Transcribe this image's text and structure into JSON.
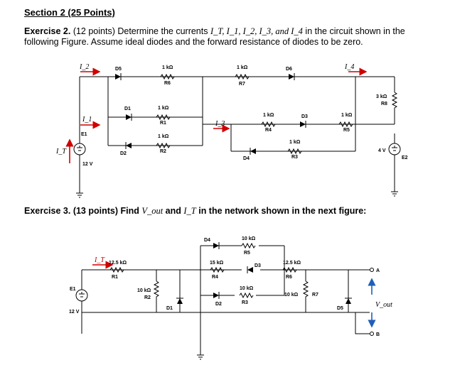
{
  "section": {
    "title": "Section 2 (25 Points)"
  },
  "exercise2": {
    "lead": "Exercise 2.",
    "text_a": " (12 points) Determine the currents ",
    "currents": "I_T, I_1, I_2, I_3, and I_4",
    "text_b": " in the circuit shown in the following Figure. Assume ideal diodes and the forward resistance of diodes to be zero."
  },
  "exercise3": {
    "lead": "Exercise 3.",
    "text_a": " (13 points) Find ",
    "vout": "V_out",
    "text_b": " and ",
    "it": "I_T",
    "text_c": " in the network shown in the next figure:"
  },
  "circuit1": {
    "resistors": {
      "r6": {
        "name": "R6",
        "value": "1 kΩ"
      },
      "r7": {
        "name": "R7",
        "value": "1 kΩ"
      },
      "r1": {
        "name": "R1",
        "value": "1 kΩ"
      },
      "r2": {
        "name": "R2",
        "value": "1 kΩ"
      },
      "r4": {
        "name": "R4",
        "value": "1 kΩ"
      },
      "r3": {
        "name": "R3",
        "value": "1 kΩ"
      },
      "r5": {
        "name": "R5",
        "value": "1 kΩ"
      },
      "r8": {
        "name": "R8",
        "value": "3 kΩ"
      }
    },
    "diodes": {
      "d5": "D5",
      "d1": "D1",
      "d2": "D2",
      "d6": "D6",
      "d3": "D3",
      "d4": "D4"
    },
    "sources": {
      "e1": {
        "name": "E1",
        "value": "12 V"
      },
      "e2": {
        "name": "E2",
        "value": "4 V"
      }
    },
    "currents": {
      "it": "I_T",
      "i1": "I_1",
      "i2": "I_2",
      "i3": "I_3",
      "i4": "I_4"
    }
  },
  "circuit2": {
    "resistors": {
      "r1": {
        "name": "R1",
        "value": "12.5 kΩ"
      },
      "r2": {
        "name": "R2",
        "value": "10 kΩ"
      },
      "r4": {
        "name": "R4",
        "value": "15 kΩ"
      },
      "r5": {
        "name": "R5",
        "value": "10 kΩ"
      },
      "r3": {
        "name": "R3",
        "value": "10 kΩ"
      },
      "r6": {
        "name": "R6",
        "value": "12.5 kΩ"
      },
      "r7": {
        "name": "R7",
        "value": "10 kΩ"
      }
    },
    "diodes": {
      "d1": "D1",
      "d2": "D2",
      "d3": "D3",
      "d4": "D4",
      "d5": "D5"
    },
    "sources": {
      "e1": {
        "name": "E1",
        "value": "12 V"
      }
    },
    "terminals": {
      "a": "A",
      "b": "B"
    },
    "current": "I_T",
    "vout": "V_out"
  }
}
